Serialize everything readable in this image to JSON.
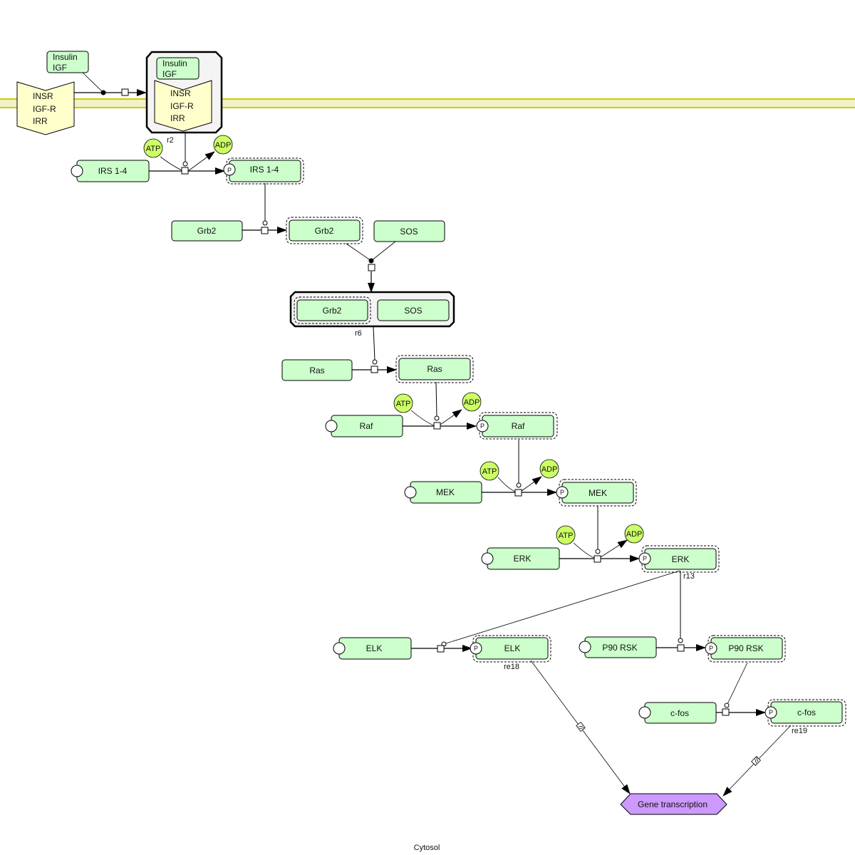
{
  "colors": {
    "protein_fill": "#ccffcc",
    "receptor_fill": "#ffffcc",
    "membrane_fill": "#f2f2c4",
    "membrane_line": "#cccc00",
    "small_molecule_fill": "#ccff66",
    "phenotype_fill": "#cc99ff",
    "complex_fill": "#f4f4f4"
  },
  "compartment": {
    "label": "Cytosol"
  },
  "ligand": {
    "line1": "Insulin",
    "line2": "IGF"
  },
  "receptor": {
    "line1": "INSR",
    "line2": "IGF-R",
    "line3": "IRR"
  },
  "receptor_complex": {
    "ligand_line1": "Insulin",
    "ligand_line2": "IGF",
    "receptor_line1": "INSR",
    "receptor_line2": "IGF-R",
    "receptor_line3": "IRR",
    "reaction_label": "r2"
  },
  "grb2_sos_complex": {
    "member1": "Grb2",
    "member2": "SOS",
    "reaction_label": "r6"
  },
  "proteins": {
    "irs": "IRS 1-4",
    "grb2": "Grb2",
    "sos": "SOS",
    "ras": "Ras",
    "raf": "Raf",
    "mek": "MEK",
    "erk": "ERK",
    "elk": "ELK",
    "p90rsk": "P90 RSK",
    "cfos": "c-fos"
  },
  "modification": "P",
  "small_molecules": {
    "atp": "ATP",
    "adp": "ADP"
  },
  "reaction_labels": {
    "erk": "r13",
    "elk": "re18",
    "cfos": "re19"
  },
  "phenotype": {
    "label": "Gene transcription"
  }
}
